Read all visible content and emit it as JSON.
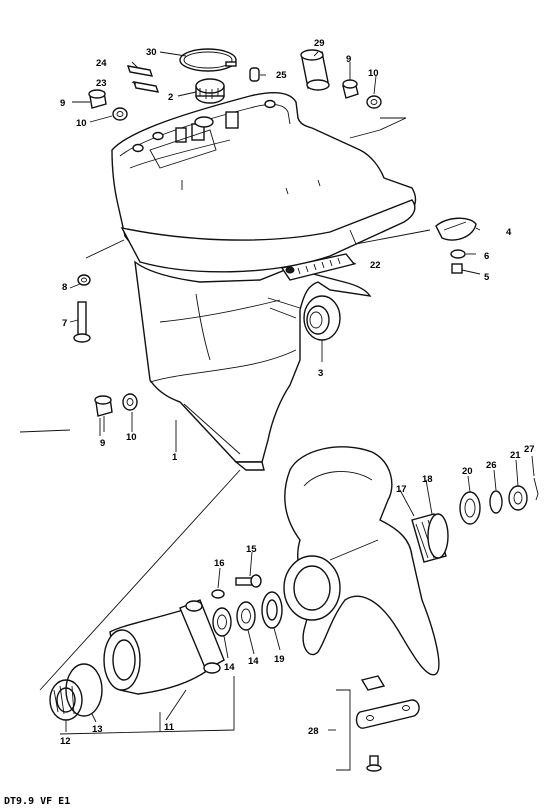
{
  "caption": "DT9.9 VF E1",
  "callouts": [
    {
      "label": "1"
    },
    {
      "label": "2"
    },
    {
      "label": "3"
    },
    {
      "label": "4"
    },
    {
      "label": "5"
    },
    {
      "label": "6"
    },
    {
      "label": "7"
    },
    {
      "label": "8"
    },
    {
      "label": "9"
    },
    {
      "label": "10"
    },
    {
      "label": "9"
    },
    {
      "label": "10"
    },
    {
      "label": "9"
    },
    {
      "label": "10"
    },
    {
      "label": "11"
    },
    {
      "label": "12"
    },
    {
      "label": "13"
    },
    {
      "label": "14"
    },
    {
      "label": "14"
    },
    {
      "label": "15"
    },
    {
      "label": "16"
    },
    {
      "label": "17"
    },
    {
      "label": "18"
    },
    {
      "label": "19"
    },
    {
      "label": "20"
    },
    {
      "label": "21"
    },
    {
      "label": "22"
    },
    {
      "label": "23"
    },
    {
      "label": "24"
    },
    {
      "label": "25"
    },
    {
      "label": "26"
    },
    {
      "label": "27"
    },
    {
      "label": "28"
    },
    {
      "label": "29"
    },
    {
      "label": "30"
    }
  ]
}
